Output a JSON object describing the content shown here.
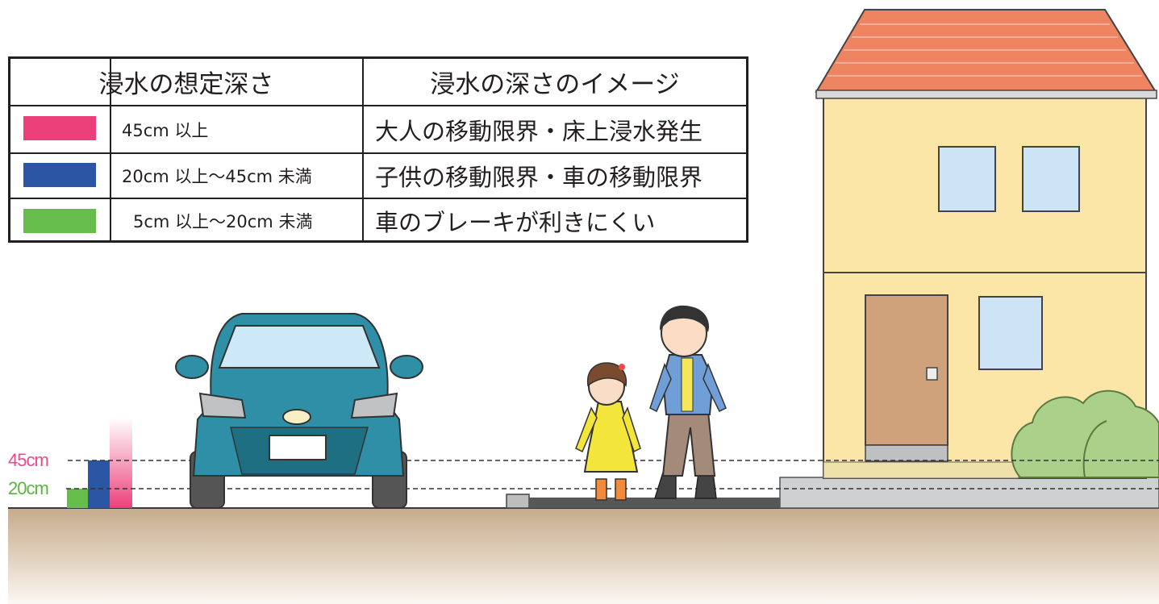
{
  "legend": {
    "header_depth": "浸水の想定深さ",
    "header_image": "浸水の深さのイメージ",
    "rows": [
      {
        "color": "#ec407a",
        "depth": "45cm 以上",
        "description": "大人の移動限界・床上浸水発生"
      },
      {
        "color": "#2b56a3",
        "depth": "20cm 以上～45cm 未満",
        "description": "子供の移動限界・車の移動限界"
      },
      {
        "color": "#66bd4c",
        "depth": "5cm 以上～20cm 未満",
        "description": "車のブレーキが利きにくい"
      }
    ]
  },
  "levels": [
    {
      "label": "45cm",
      "color": "#e84c88"
    },
    {
      "label": "20cm",
      "color": "#58b63f"
    }
  ]
}
